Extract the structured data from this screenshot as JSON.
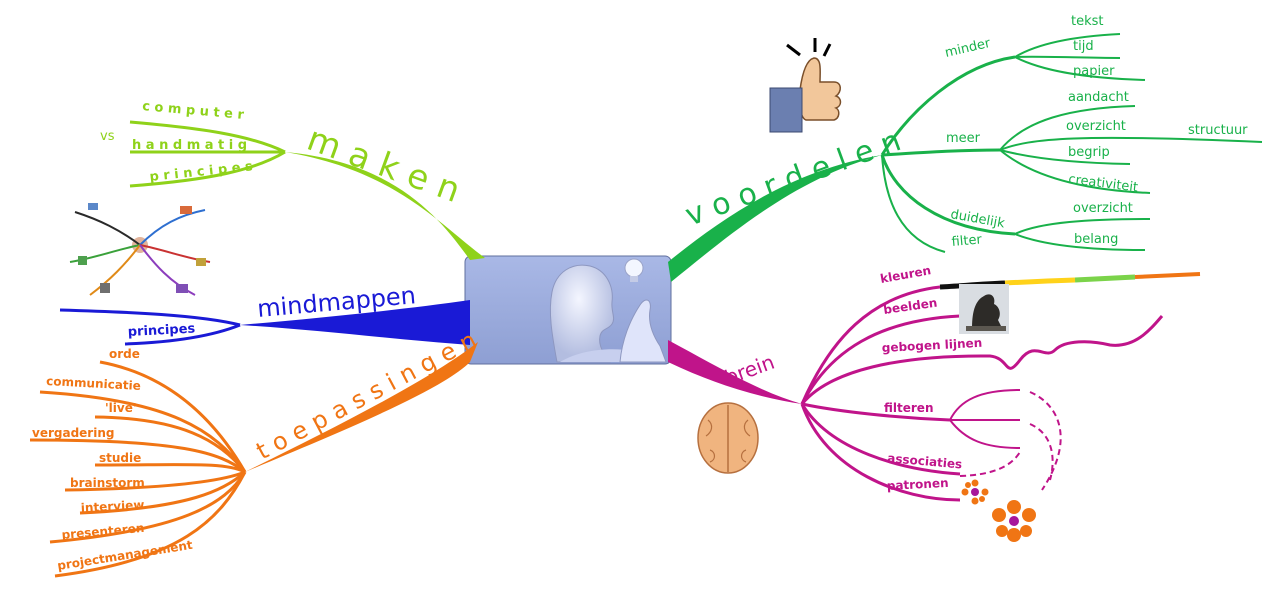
{
  "central": {
    "image": "thinking-person-lightbulb"
  },
  "colors": {
    "maken": "#8fd21a",
    "mindmappen": "#1a1ad6",
    "toepassingen": "#f07514",
    "voordelen": "#19b14a",
    "brein": "#c0148a"
  },
  "maken": {
    "label": "m a k e n",
    "vs": "vs",
    "computer": "c o m p u t e r",
    "handmatig": "h a n d m a t i g",
    "principes": "p r i n c i p e s"
  },
  "mindmappen": {
    "label": "mindmappen",
    "principes": "principes"
  },
  "toepassingen": {
    "label": "t o e p a s s i n g e n",
    "items": [
      "orde",
      "communicatie",
      "'live'",
      "vergadering",
      "studie",
      "brainstorm",
      "interview",
      "presenteren",
      "projectmanagement"
    ]
  },
  "voordelen": {
    "label": "v o o r d e l e n",
    "minder": {
      "label": "minder",
      "items": [
        "tekst",
        "tijd",
        "papier"
      ]
    },
    "meer": {
      "label": "meer",
      "items": [
        "aandacht",
        "overzicht",
        "begrip",
        "creativiteit"
      ],
      "extra": "structuur"
    },
    "duidelijk": {
      "label": "duidelijk",
      "items": [
        "overzicht",
        "belang"
      ]
    },
    "filter": "filter"
  },
  "brein": {
    "label": "brein",
    "kleuren": "kleuren",
    "beelden": "beelden",
    "gebogen": "gebogen lijnen",
    "filteren": "filteren",
    "associaties": "associaties",
    "patronen": "patronen"
  }
}
